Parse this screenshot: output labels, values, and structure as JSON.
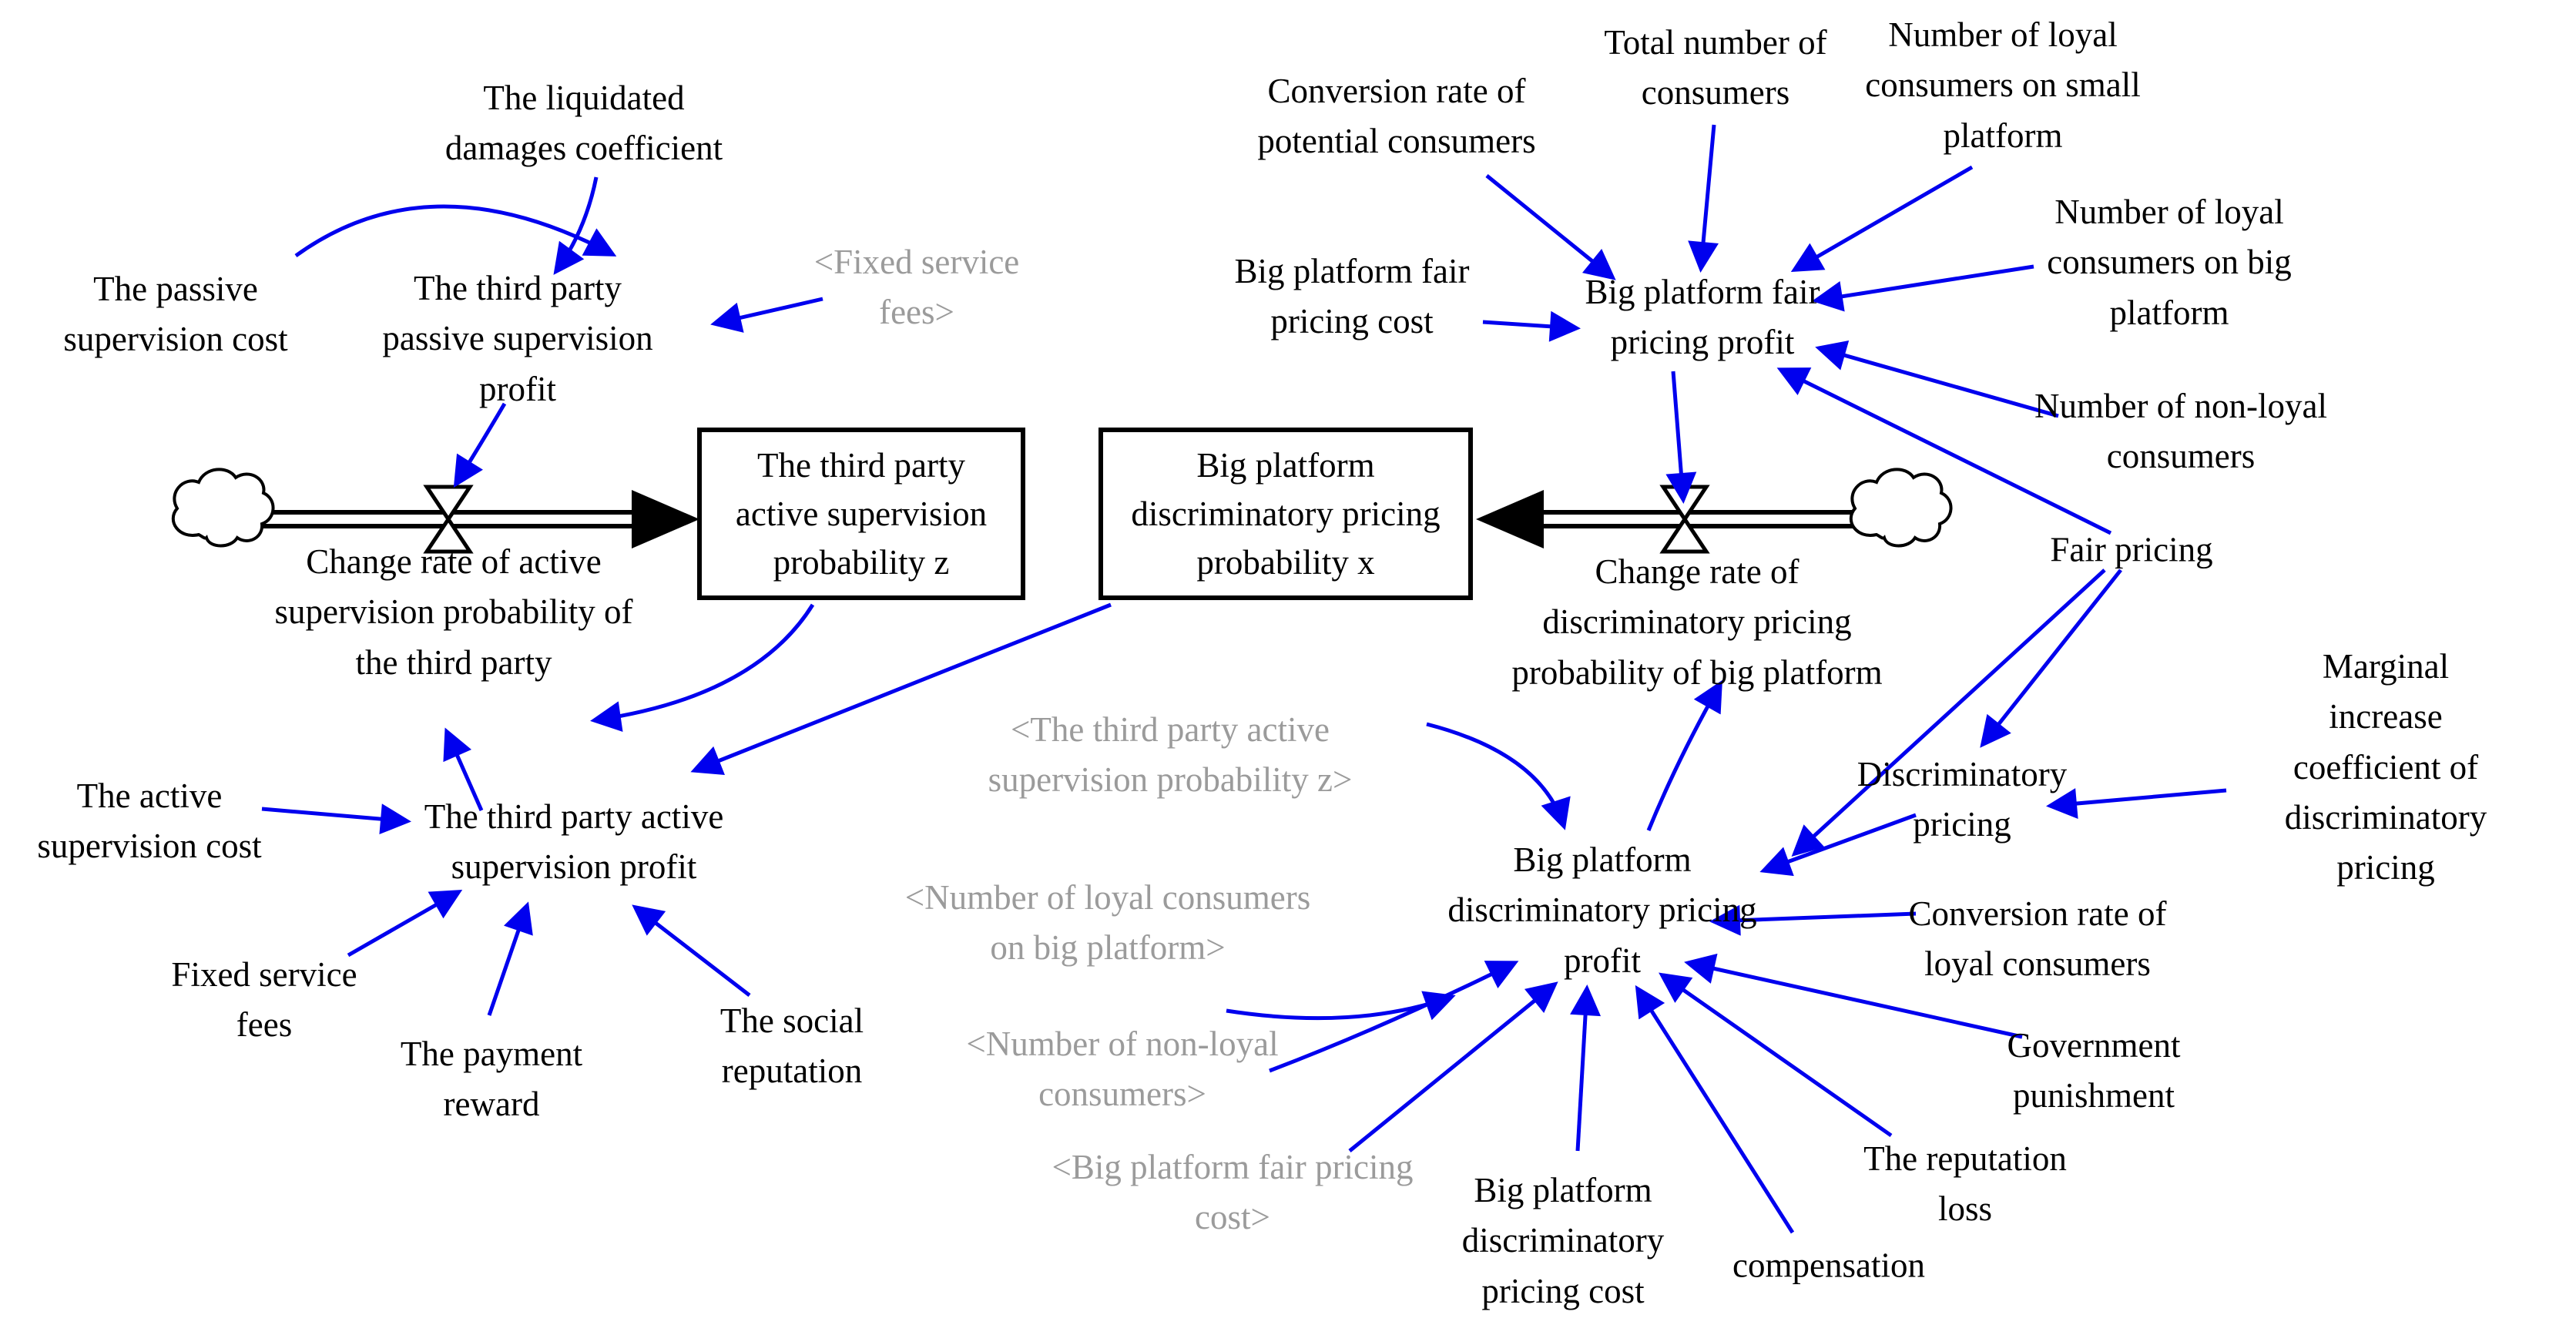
{
  "title": "Stock and flow diagram of third-party supervision and big platform discriminatory pricing",
  "colors": {
    "arrow_blue": "#0000ee",
    "shadow_grey": "#9b9b9b",
    "text_black": "#000000",
    "stock_border": "#000000",
    "background": "#ffffff"
  },
  "stocks": {
    "third_party_active_supervision_probability": "The third party\nactive supervision\nprobability z",
    "big_platform_discriminatory_pricing_probability": "Big platform\ndiscriminatory pricing\nprobability x"
  },
  "flows": {
    "change_rate_left": "Change rate of active\nsupervision probability of\nthe third party",
    "change_rate_right": "Change rate of\ndiscriminatory pricing\nprobability of big platform"
  },
  "variables": {
    "liquidated_damages": "The liquidated\ndamages coefficient",
    "passive_supervision_cost": "The passive\nsupervision cost",
    "passive_supervision_profit": "The third party\npassive supervision\nprofit",
    "conversion_rate_potential": "Conversion rate of\npotential consumers",
    "total_number_consumers": "Total number of\nconsumers",
    "loyal_consumers_small": "Number of loyal\nconsumers on small\nplatform",
    "loyal_consumers_big": "Number of loyal\nconsumers on big\nplatform",
    "nonloyal_consumers": "Number of non-loyal\nconsumers",
    "big_platform_fair_pricing_cost": "Big platform fair\npricing cost",
    "big_platform_fair_pricing_profit": "Big platform fair\npricing profit",
    "fair_pricing": "Fair pricing",
    "marginal_increase_coefficient": "Marginal increase\ncoefficient of\ndiscriminatory pricing",
    "discriminatory_pricing": "Discriminatory\npricing",
    "conversion_rate_loyal": "Conversion rate of\nloyal consumers",
    "government_punishment": "Government\npunishment",
    "reputation_loss": "The reputation\nloss",
    "compensation": "compensation",
    "big_platform_discriminatory_pricing_cost": "Big platform\ndiscriminatory\npricing cost",
    "big_platform_discriminatory_pricing_profit": "Big platform\ndiscriminatory pricing\nprofit",
    "third_party_active_supervision_profit": "The third party active\nsupervision profit",
    "active_supervision_cost": "The active\nsupervision cost",
    "fixed_service_fees": "Fixed service\nfees",
    "payment_reward": "The payment\nreward",
    "social_reputation": "The social\nreputation"
  },
  "shadow_variables": {
    "fixed_service_fees": "<Fixed service\nfees>",
    "third_party_active_supervision_probability": "<The third party active\nsupervision probability z>",
    "loyal_consumers_big": "<Number of loyal consumers\non big platform>",
    "nonloyal_consumers": "<Number of non-loyal\nconsumers>",
    "big_platform_fair_pricing_cost": "<Big platform fair pricing\ncost>"
  }
}
